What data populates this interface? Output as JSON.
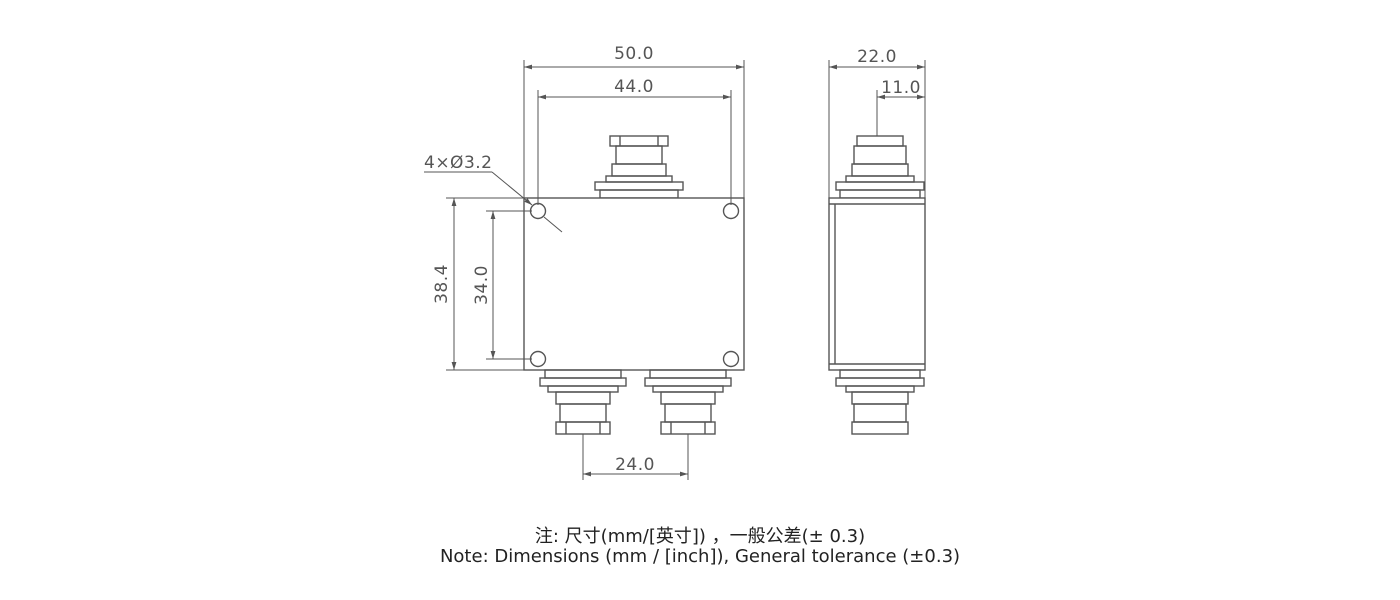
{
  "dimensions": {
    "front_width_outer": "50.0",
    "front_width_holes": "44.0",
    "hole_spec": "4×Ø3.2",
    "front_height_outer": "38.4",
    "front_height_holes": "34.0",
    "bottom_port_spacing": "24.0",
    "side_width_outer": "22.0",
    "side_width_half": "11.0"
  },
  "notes": {
    "chinese": "注: 尺寸(mm/[英寸]) ，一般公差(± 0.3)",
    "english": "Note: Dimensions (mm / [inch]), General tolerance (±0.3)"
  },
  "colors": {
    "line": "#555555",
    "text": "#222222",
    "background": "#ffffff"
  }
}
